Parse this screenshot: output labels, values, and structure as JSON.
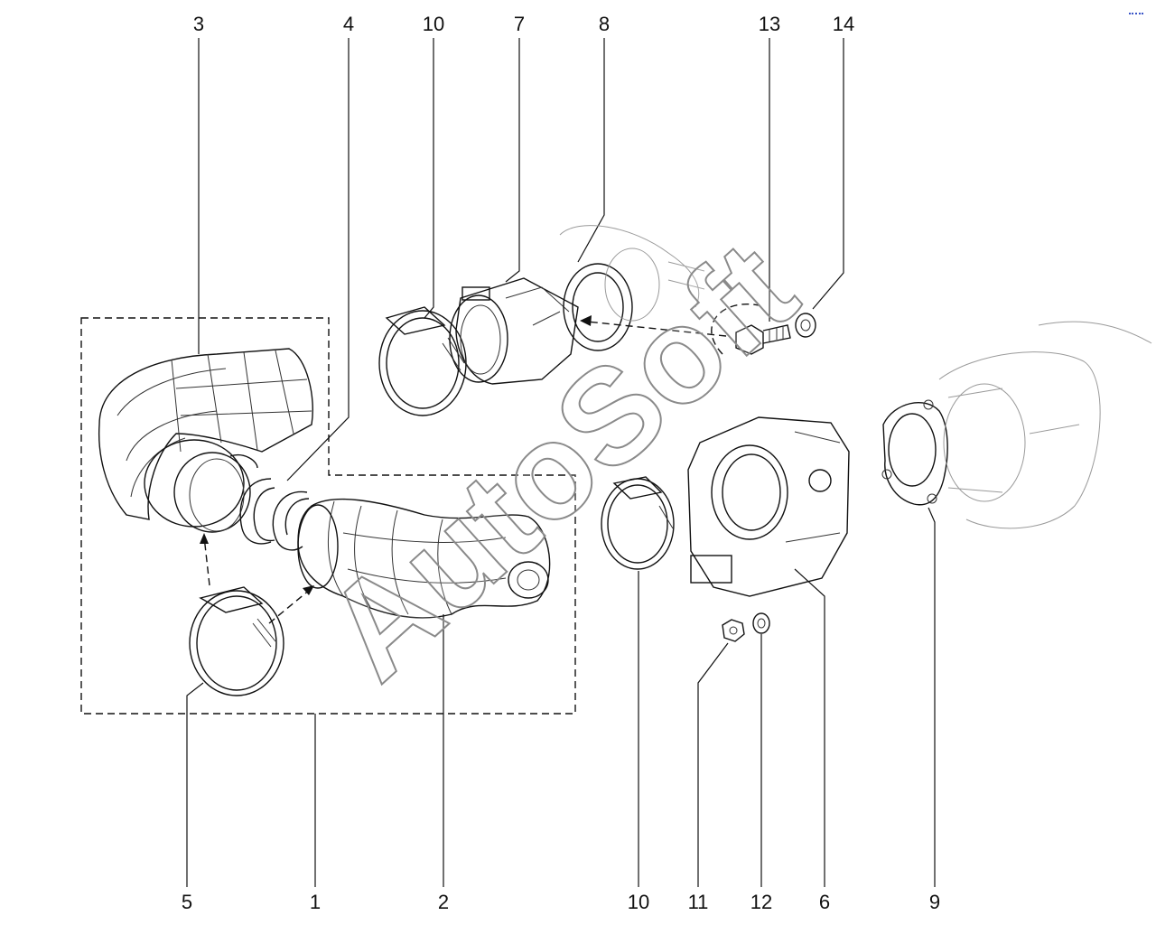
{
  "watermark": "AutoSoft",
  "labels": {
    "top": [
      "3",
      "4",
      "10",
      "7",
      "8",
      "13",
      "14"
    ],
    "bottom": [
      "5",
      "1",
      "2",
      "10",
      "11",
      "12",
      "6",
      "9"
    ]
  },
  "colors": {
    "ink": "#111111",
    "watermark_stroke": "#8a8a8a",
    "corner_mark": "#3a55c8"
  }
}
